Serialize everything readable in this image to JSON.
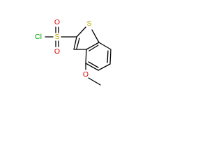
{
  "molecule": {
    "atoms": {
      "sulfur_ring": {
        "label": "S",
        "color": "#b8a800"
      },
      "sulfur_sulfonyl": {
        "label": "S",
        "color": "#b8a800"
      },
      "oxygen_top": {
        "label": "O",
        "color": "#e00000"
      },
      "oxygen_bottom": {
        "label": "O",
        "color": "#e00000"
      },
      "chlorine": {
        "label": "Cl",
        "color": "#00a000"
      },
      "oxygen_methoxy": {
        "label": "O",
        "color": "#e00000"
      }
    }
  }
}
